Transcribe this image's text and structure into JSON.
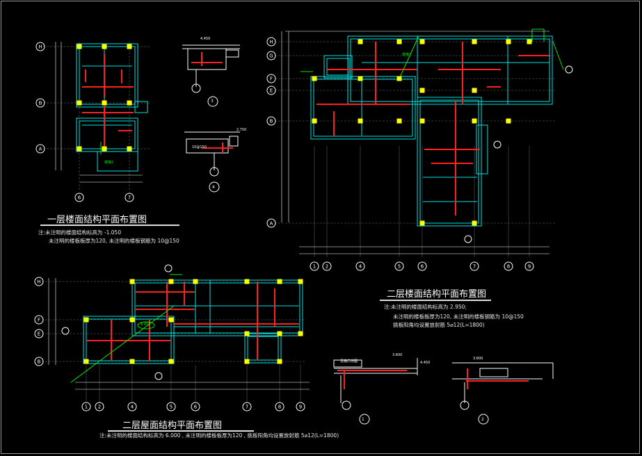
{
  "plan1": {
    "title": "一层楼面结构平面布置图",
    "note1": "注:未注明的楼面结构标高为 -1.050",
    "note2": "未注明的楼板板厚为120, 未注明的楼板钢筋为 10@150",
    "axes_h": [
      "H",
      "B",
      "A"
    ],
    "axes_v": [
      "6",
      "7"
    ],
    "stair_label": "楼梯2"
  },
  "plan2": {
    "title": "二层楼面结构平面布置图",
    "note1": "注:未注明的楼面结构标高为 2.950;",
    "note2": "未注明的楼板板厚为120, 未注明的楼板钢筋为 10@150",
    "note3": "挑板阳角均设置放射筋 5⌀12(L=1800)",
    "axes_h": [
      "H",
      "G",
      "F",
      "E",
      "B",
      "A"
    ],
    "axes_v": [
      "1",
      "2",
      "4",
      "5",
      "6",
      "7",
      "8",
      "9"
    ],
    "stair_label": "楼梯1"
  },
  "plan3": {
    "title": "二层屋面结构平面布置图",
    "note1": "注:未注明的楼面结构标高为 6.000 , 未注明的楼板板厚为120 , 挑板阳角均设置放射筋 5⌀12(L=1800)",
    "axes_h": [
      "H",
      "F",
      "E",
      "B"
    ],
    "axes_v": [
      "1",
      "2",
      "4",
      "5",
      "6",
      "7",
      "8",
      "9"
    ],
    "tag": "6.450"
  },
  "details": {
    "d3_label": "3",
    "d3_top": "4.450",
    "d4_label": "4",
    "d4_top": "2.750",
    "d4_bar": "10@150",
    "d1_label": "1",
    "d1_top": "3.600",
    "d1_top2": "4.450",
    "d1_box": "见檐口详图",
    "d2_label": "2",
    "d2_top": "3.600"
  },
  "colors": {
    "background": "#000000",
    "wall": "#00e5e5",
    "beam": "#ff2020",
    "column": "#ffff00",
    "axis": "#ffffff",
    "green": "#00ee00"
  }
}
